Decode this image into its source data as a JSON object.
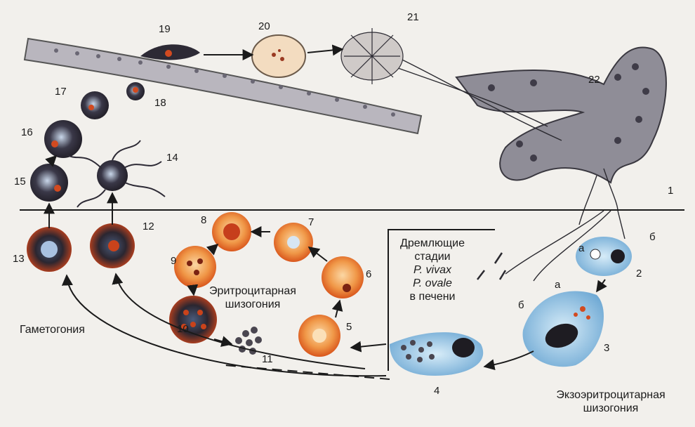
{
  "diagram": {
    "stage_numbers": [
      "1",
      "2",
      "3",
      "4",
      "5",
      "6",
      "7",
      "8",
      "9",
      "10",
      "11",
      "12",
      "13",
      "14",
      "15",
      "16",
      "17",
      "18",
      "19",
      "20",
      "21",
      "22"
    ],
    "sublabels": {
      "a": "а",
      "b": "б"
    },
    "captions": {
      "dormant_line1": "Дремлющие",
      "dormant_line2": "стадии",
      "dormant_line3": "P. vivax",
      "dormant_line4": "P. ovale",
      "dormant_line5": "в печени",
      "erythro_line1": "Эритроцитарная",
      "erythro_line2": "шизогония",
      "gametogony": "Гаметогония",
      "exo_line1": "Экзоэритроцитарная",
      "exo_line2": "шизогония"
    },
    "colors": {
      "erythrocyte": "#e8742e",
      "erythrocyte_light": "#f6b070",
      "parasite_dark": "#2a2530",
      "hepatocyte": "#9cc9e6",
      "tissue": "#8d8b95",
      "background": "#f2f0ec"
    }
  }
}
